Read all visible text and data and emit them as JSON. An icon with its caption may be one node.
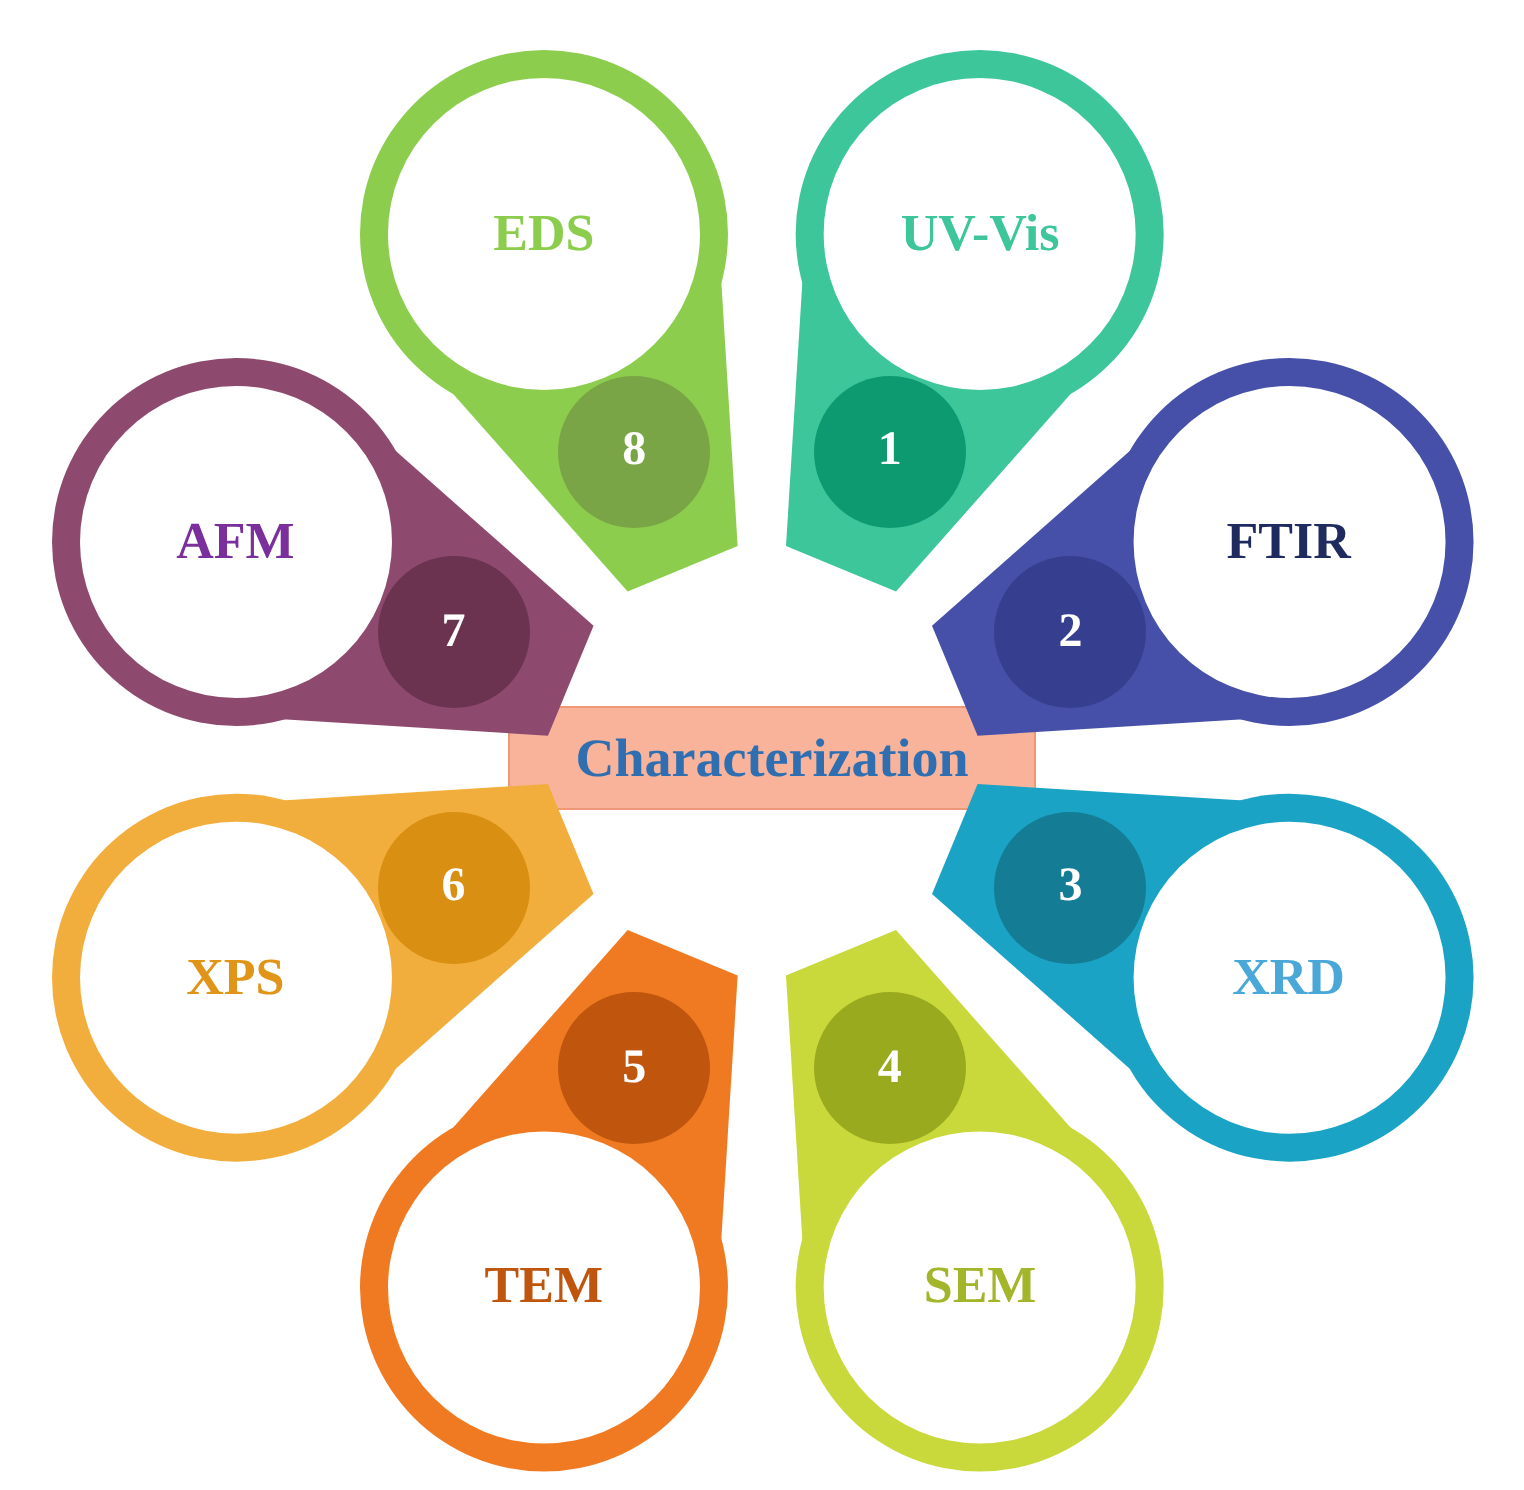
{
  "diagram": {
    "nodes": [
      {
        "text": [
          "Characterization"
        ]
      },
      {
        "text": [
          "UV-Vis",
          "1"
        ]
      },
      {
        "text": [
          "FTIR",
          "2"
        ]
      },
      {
        "text": [
          "XRD",
          "3"
        ]
      },
      {
        "text": [
          "SEM",
          "4"
        ]
      },
      {
        "text": [
          "TEM",
          "5"
        ]
      },
      {
        "text": [
          "XPS",
          "6"
        ]
      },
      {
        "text": [
          "AFM",
          "7"
        ]
      },
      {
        "text": [
          "EDS",
          "8"
        ]
      }
    ]
  }
}
